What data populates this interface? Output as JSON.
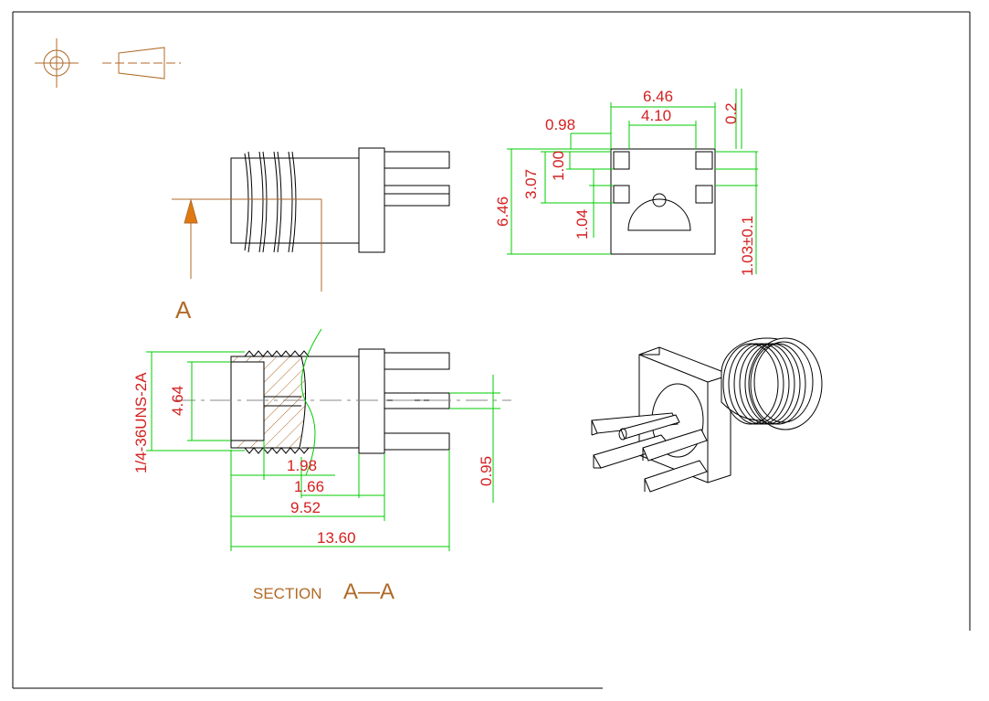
{
  "colors": {
    "outline": "#000000",
    "dimension_lines": "#00cc00",
    "dimension_text": "#d42020",
    "section_lines": "#b06a28"
  },
  "labels": {
    "section_marker": "A",
    "section_word": "SECTION",
    "section_name": "A—A"
  },
  "dimensions": {
    "top_width_outer": "6.46",
    "top_width_inner": "4.10",
    "top_offset": "0.98",
    "top_right_small": "0.2",
    "side_height_outer": "6.46",
    "side_pitch": "3.07",
    "side_pad": "1.00",
    "side_lower": "1.04",
    "right_pad": "1.03±0.1",
    "thread_spec": "1/4-36UNS-2A",
    "bore_diameter": "4.64",
    "len_a": "1.98",
    "len_b": "1.66",
    "len_c": "9.52",
    "len_total": "13.60",
    "pin_offset": "0.95"
  }
}
